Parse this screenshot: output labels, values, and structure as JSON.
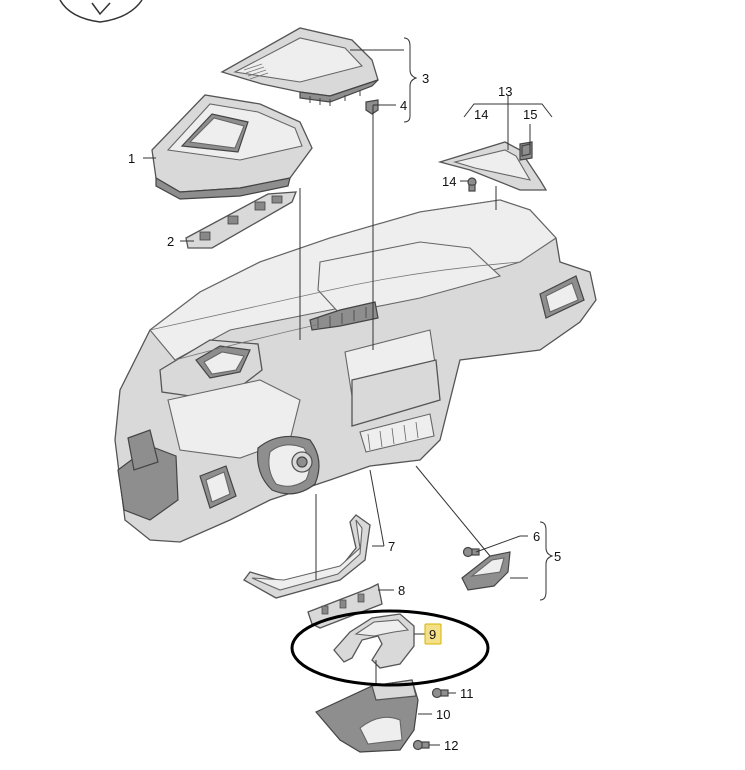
{
  "callouts": [
    {
      "id": "c1",
      "text": "1"
    },
    {
      "id": "c2",
      "text": "2"
    },
    {
      "id": "c3",
      "text": "3"
    },
    {
      "id": "c4",
      "text": "4"
    },
    {
      "id": "c5",
      "text": "5"
    },
    {
      "id": "c6",
      "text": "6"
    },
    {
      "id": "c7",
      "text": "7"
    },
    {
      "id": "c8",
      "text": "8"
    },
    {
      "id": "c9",
      "text": "9",
      "highlight": "#f5e08a"
    },
    {
      "id": "c10",
      "text": "10"
    },
    {
      "id": "c11",
      "text": "11"
    },
    {
      "id": "c12",
      "text": "12"
    },
    {
      "id": "c13",
      "text": "13"
    },
    {
      "id": "c14a",
      "text": "14"
    },
    {
      "id": "c14b",
      "text": "14"
    },
    {
      "id": "c15",
      "text": "15"
    }
  ],
  "highlight_color": "#f5e08a",
  "ellipse_color": "#000000"
}
